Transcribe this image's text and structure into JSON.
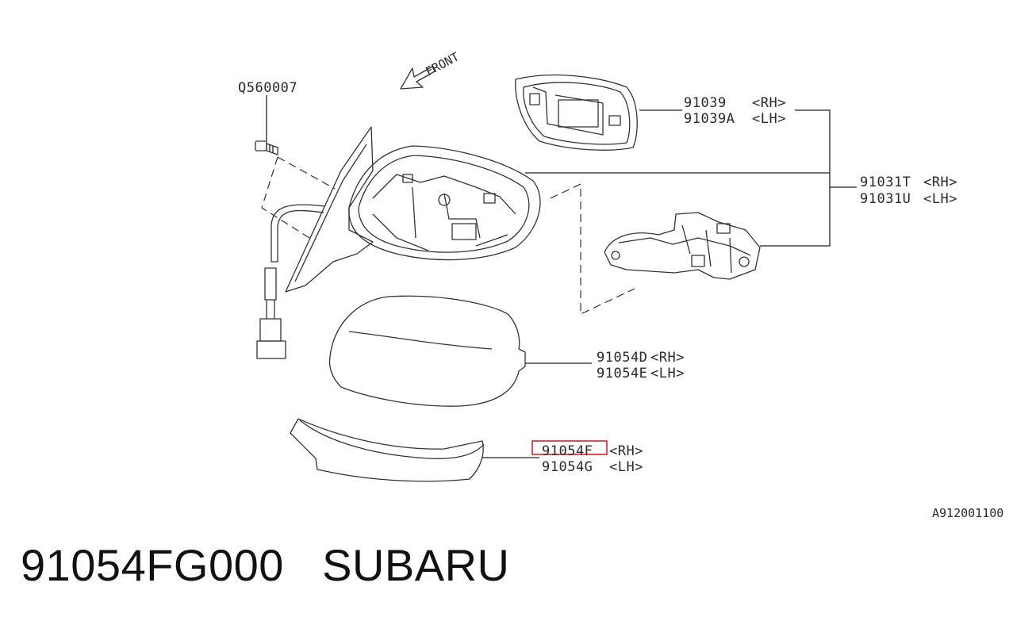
{
  "diagram": {
    "front_label": "FRONT",
    "bolt_part": "Q560007",
    "glass": {
      "rh": "91039",
      "lh": "91039A",
      "rh_suffix": "<RH>",
      "lh_suffix": "<LH>"
    },
    "body": {
      "rh": "91031T",
      "lh": "91031U",
      "rh_suffix": "<RH>",
      "lh_suffix": "<LH>"
    },
    "cover": {
      "rh": "91054D",
      "lh": "91054E",
      "rh_suffix": "<RH>",
      "lh_suffix": "<LH>"
    },
    "lower_cover": {
      "rh": "91054F",
      "lh": "91054G",
      "rh_suffix": "<RH>",
      "lh_suffix": "<LH>"
    },
    "drawing_number": "A912001100",
    "highlight_color": "#e0202c"
  },
  "caption": {
    "part_number": "91054FG000",
    "brand": "SUBARU"
  }
}
